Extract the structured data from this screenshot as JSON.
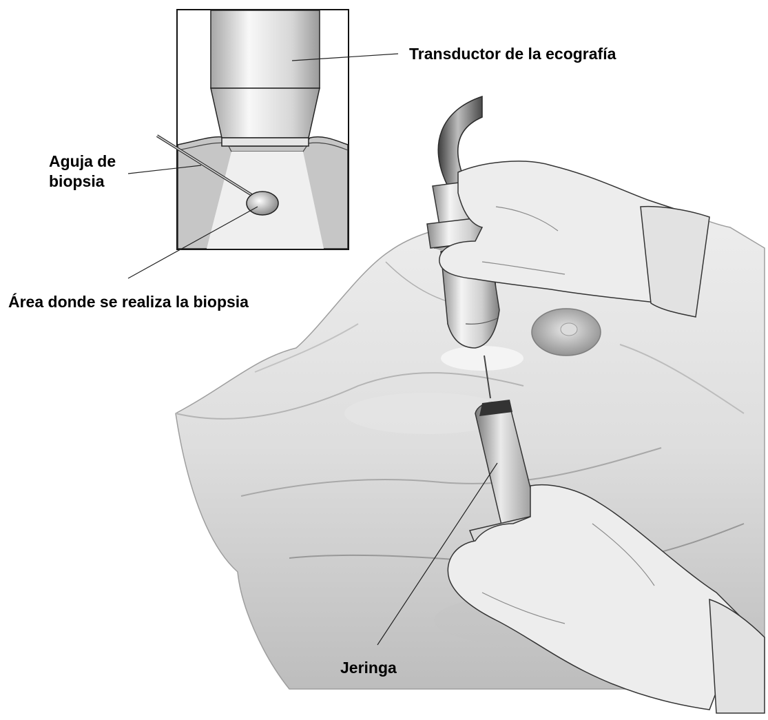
{
  "labels": {
    "transducer": "Transductor de la ecografía",
    "needle_line1": "Aguja de",
    "needle_line2": "biopsia",
    "biopsy_area": "Área donde se realiza la biopsia",
    "syringe": "Jeringa"
  },
  "icons": {
    "inset": "ultrasound-inset-icon",
    "probe": "ultrasound-probe-icon",
    "syringe": "syringe-icon",
    "hands": "gloved-hand-icon",
    "body": "patient-torso-icon",
    "nipple": "nipple-icon"
  },
  "colors": {
    "background": "#ffffff",
    "line": "#1a1a1a",
    "skin_light": "#f2f2f2",
    "skin_mid": "#d4d4d4",
    "skin_dark": "#9a9a9a",
    "glove": "#ececec",
    "beam": "#e9e9e9"
  }
}
